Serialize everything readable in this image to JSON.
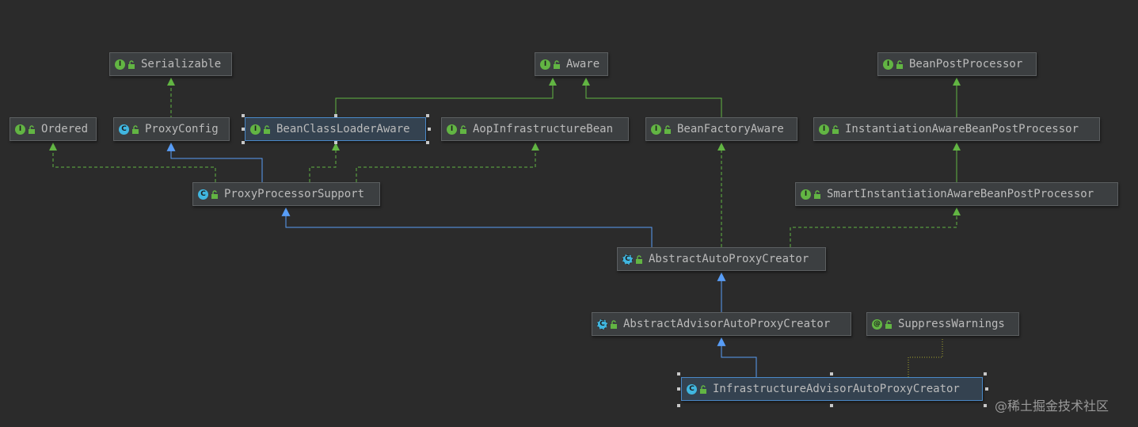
{
  "nodes": [
    {
      "id": "serializable",
      "kind": "interface",
      "label": "Serializable"
    },
    {
      "id": "aware",
      "kind": "interface",
      "label": "Aware"
    },
    {
      "id": "beanpostprocessor",
      "kind": "interface",
      "label": "BeanPostProcessor"
    },
    {
      "id": "ordered",
      "kind": "interface",
      "label": "Ordered"
    },
    {
      "id": "proxyconfig",
      "kind": "class",
      "label": "ProxyConfig"
    },
    {
      "id": "beanclassloaderaware",
      "kind": "interface",
      "label": "BeanClassLoaderAware",
      "selected": true
    },
    {
      "id": "aopinfrastructurebean",
      "kind": "interface",
      "label": "AopInfrastructureBean"
    },
    {
      "id": "beanfactoryaware",
      "kind": "interface",
      "label": "BeanFactoryAware"
    },
    {
      "id": "instantiationawarebeanpostprocessor",
      "kind": "interface",
      "label": "InstantiationAwareBeanPostProcessor"
    },
    {
      "id": "proxyprocessorsupport",
      "kind": "class",
      "label": "ProxyProcessorSupport"
    },
    {
      "id": "smartinstantiationawarebeanpostprocessor",
      "kind": "interface",
      "label": "SmartInstantiationAwareBeanPostProcessor"
    },
    {
      "id": "abstractautoproxycreator",
      "kind": "abstract",
      "label": "AbstractAutoProxyCreator"
    },
    {
      "id": "abstractadvisorautoproxycreator",
      "kind": "abstract",
      "label": "AbstractAdvisorAutoProxyCreator"
    },
    {
      "id": "suppresswarnings",
      "kind": "annotation",
      "label": "SuppressWarnings"
    },
    {
      "id": "infrastructureadvisorautoproxycreator",
      "kind": "class",
      "label": "InfrastructureAdvisorAutoProxyCreator",
      "selected": true
    }
  ],
  "edges": [
    {
      "from": "proxyconfig",
      "to": "serializable",
      "type": "implements"
    },
    {
      "from": "beanclassloaderaware",
      "to": "aware",
      "type": "interface-extends"
    },
    {
      "from": "beanfactoryaware",
      "to": "aware",
      "type": "interface-extends"
    },
    {
      "from": "instantiationawarebeanpostprocessor",
      "to": "beanpostprocessor",
      "type": "interface-extends"
    },
    {
      "from": "proxyprocessorsupport",
      "to": "ordered",
      "type": "implements"
    },
    {
      "from": "proxyprocessorsupport",
      "to": "proxyconfig",
      "type": "extends"
    },
    {
      "from": "proxyprocessorsupport",
      "to": "beanclassloaderaware",
      "type": "implements"
    },
    {
      "from": "proxyprocessorsupport",
      "to": "aopinfrastructurebean",
      "type": "implements"
    },
    {
      "from": "smartinstantiationawarebeanpostprocessor",
      "to": "instantiationawarebeanpostprocessor",
      "type": "interface-extends"
    },
    {
      "from": "abstractautoproxycreator",
      "to": "proxyprocessorsupport",
      "type": "extends"
    },
    {
      "from": "abstractautoproxycreator",
      "to": "beanfactoryaware",
      "type": "implements"
    },
    {
      "from": "abstractautoproxycreator",
      "to": "smartinstantiationawarebeanpostprocessor",
      "type": "implements"
    },
    {
      "from": "abstractadvisorautoproxycreator",
      "to": "abstractautoproxycreator",
      "type": "extends"
    },
    {
      "from": "infrastructureadvisorautoproxycreator",
      "to": "abstractadvisorautoproxycreator",
      "type": "extends"
    },
    {
      "from": "infrastructureadvisorautoproxycreator",
      "to": "suppresswarnings",
      "type": "annotated"
    }
  ],
  "badge_letters": {
    "interface": "I",
    "class": "C",
    "abstract": "C",
    "annotation": "@"
  },
  "colors": {
    "background": "#2b2b2b",
    "implements": "#62b543",
    "extends": "#589df6",
    "annotation": "#a5a52c",
    "selection": "#4a88c7"
  },
  "watermark": "@稀土掘金技术社区"
}
